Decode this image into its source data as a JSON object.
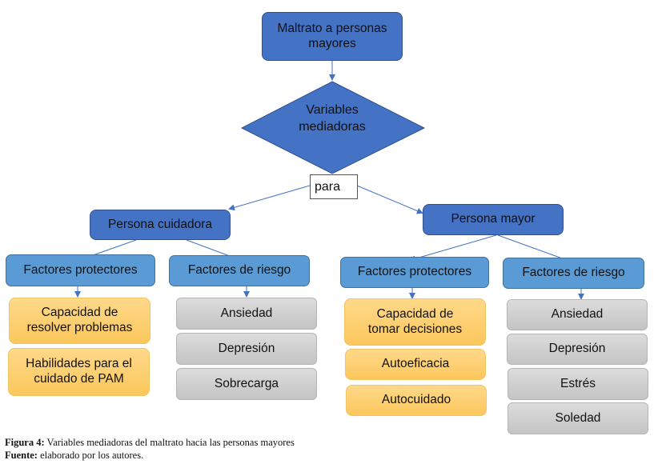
{
  "diagram": {
    "root": "Maltrato a personas mayores",
    "decision": "Variables mediadoras",
    "connector": "para",
    "left": {
      "title": "Persona cuidadora",
      "protective": {
        "title": "Factores protectores",
        "items": [
          "Capacidad de resolver problemas",
          "Habilidades para el cuidado de PAM"
        ]
      },
      "risk": {
        "title": "Factores de riesgo",
        "items": [
          "Ansiedad",
          "Depresión",
          "Sobrecarga"
        ]
      }
    },
    "right": {
      "title": "Persona mayor",
      "protective": {
        "title": "Factores protectores",
        "items": [
          "Capacidad de tomar decisiones",
          "Autoeficacia",
          "Autocuidado"
        ]
      },
      "risk": {
        "title": "Factores de riesgo",
        "items": [
          "Ansiedad",
          "Depresión",
          "Estrés",
          "Soledad"
        ]
      }
    }
  },
  "caption": {
    "figure_label": "Figura 4:",
    "figure_text": " Variables mediadoras del maltrato hacia las personas mayores",
    "source_label": "Fuente:",
    "source_text": " elaborado por los autores."
  },
  "colors": {
    "dark_blue": "#4472c4",
    "mid_blue": "#5b9bd5",
    "orange": "#fbc75c",
    "gray": "#c9c9c9",
    "arrow": "#4472c4"
  }
}
